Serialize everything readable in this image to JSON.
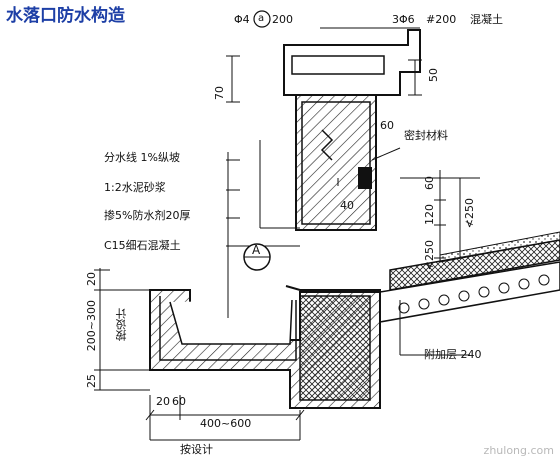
{
  "title": "水落口防水构造",
  "labels": {
    "bar_left": "Φ4",
    "circle_a": "a",
    "bar_left_spacing": "200",
    "bar_right": "3Φ6",
    "bar_right_spacing": "#200",
    "concrete": "混凝土",
    "dim_50": "50",
    "dim_70": "70",
    "dim_60_upper": "60",
    "sealant": "密封材料",
    "dim_40": "40",
    "dim_60_right": "60",
    "dim_120": "120",
    "dim_ge250_top": "≮250",
    "dim_ge250_left": "≮250",
    "layer1": "分水线 1%纵坡",
    "layer2": "1:2水泥砂浆",
    "layer3": "掺5%防水剂20厚",
    "layer4": "C15细石混凝土",
    "section_mark": "A",
    "dim_20_left": "20",
    "dim_200_300": "200~300",
    "by_design_vertical": "按设计",
    "dim_25": "25",
    "dim_20_bottom": "20",
    "dim_60_bottom": "60",
    "extra_layer": "附加层 240",
    "dim_400_600": "400~600",
    "by_design_bottom": "按设计",
    "watermark": "zhulong.com"
  },
  "colors": {
    "title": "#1d3fa6",
    "line": "#111111",
    "hatch": "#222222",
    "watermark": "#b9b9b9"
  }
}
